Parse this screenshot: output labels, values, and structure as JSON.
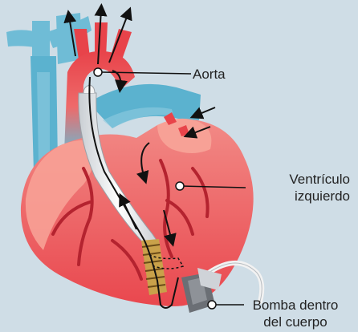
{
  "colors": {
    "background": "#cfdde6",
    "vein_blue": "#5bb2cf",
    "vein_blue_light": "#8fcbdf",
    "heart_red": "#ec5a5c",
    "heart_pink": "#f7a196",
    "artery_red": "#e8434a",
    "vessel_branch": "#b4232f",
    "tube_white": "#f4f4f4",
    "coil_gold": "#c9a14a",
    "pump_gray": "#6b6f75",
    "line_black": "#111111"
  },
  "labels": {
    "aorta": "Aorta",
    "ventricle_line1": "Ventrículo",
    "ventricle_line2": "izquierdo",
    "pump_line1": "Bomba dentro",
    "pump_line2": "del cuerpo"
  },
  "icons": [
    "blood-flow-arrow",
    "callout-marker",
    "impeller-pump",
    "drive-cable"
  ]
}
